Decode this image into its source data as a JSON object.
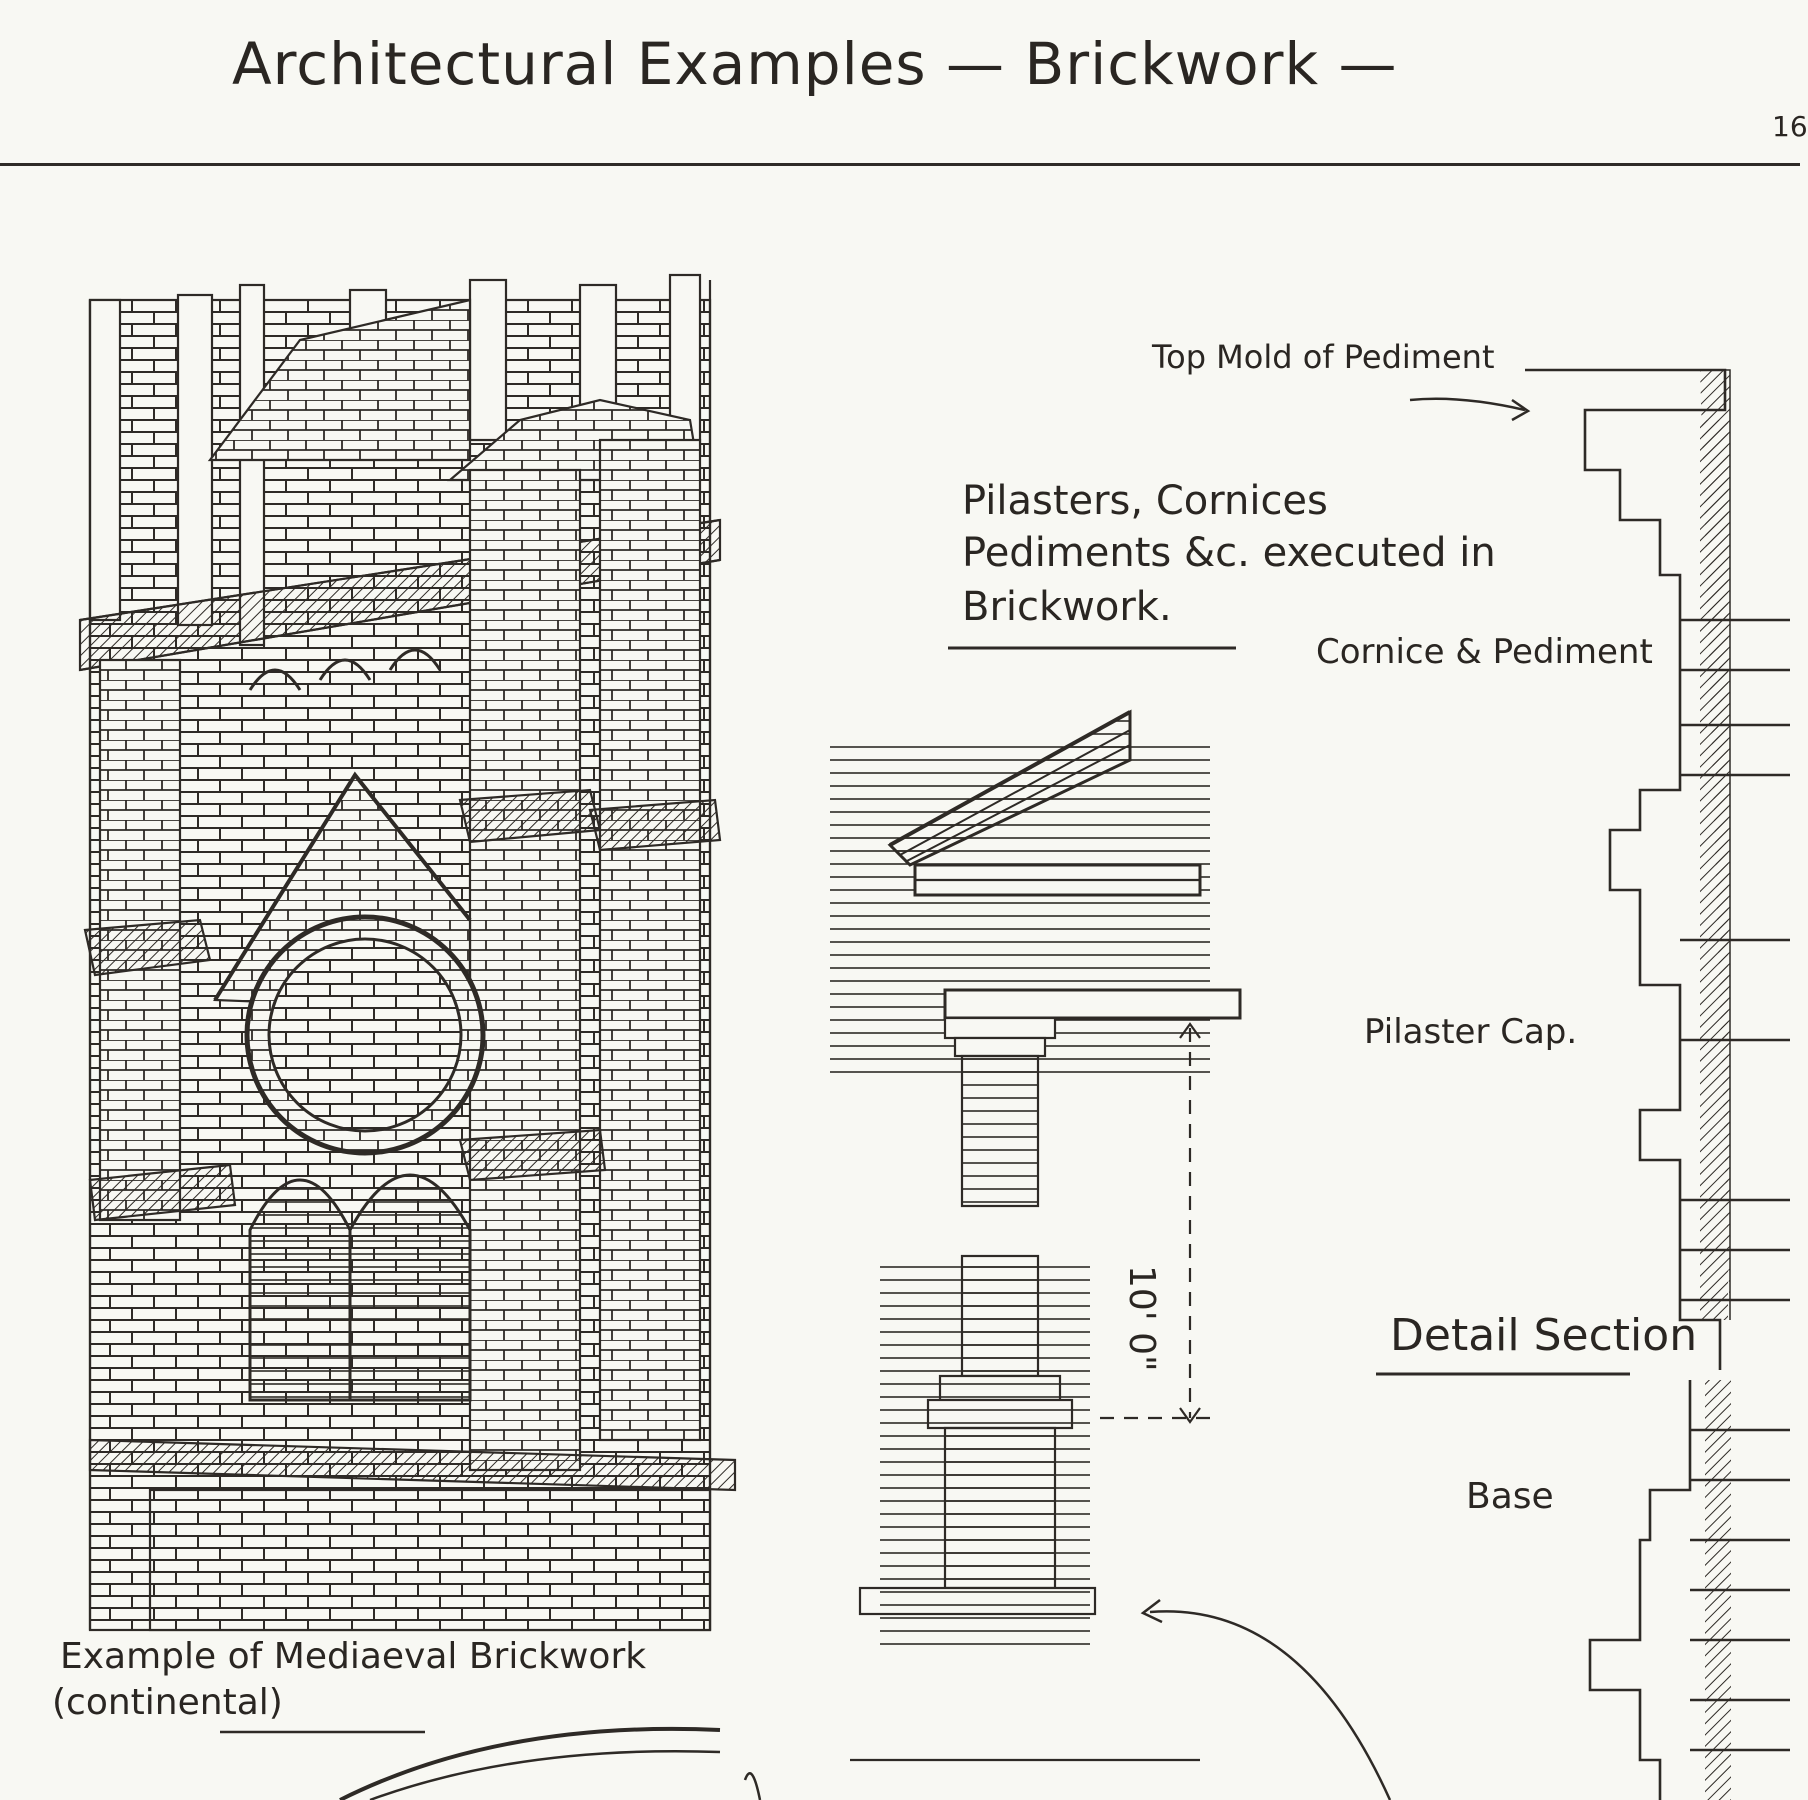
{
  "header": {
    "title": "Architectural Examples — Brickwork —",
    "page_number": "16"
  },
  "labels": {
    "mediaeval_line1": "Example of Mediaeval Brickwork",
    "mediaeval_line2": "(continental)",
    "pilasters_line1": "Pilasters, Cornices",
    "pilasters_line2": "Pediments &c. executed in",
    "pilasters_line3": "Brickwork.",
    "top_mold": "Top Mold of Pediment",
    "cornice_pediment": "Cornice & Pediment",
    "pilaster_cap": "Pilaster Cap.",
    "detail_section": "Detail Section",
    "base": "Base",
    "dimension": "10' 0\""
  },
  "colors": {
    "paper": "#f8f8f3",
    "ink": "#2a2622"
  }
}
